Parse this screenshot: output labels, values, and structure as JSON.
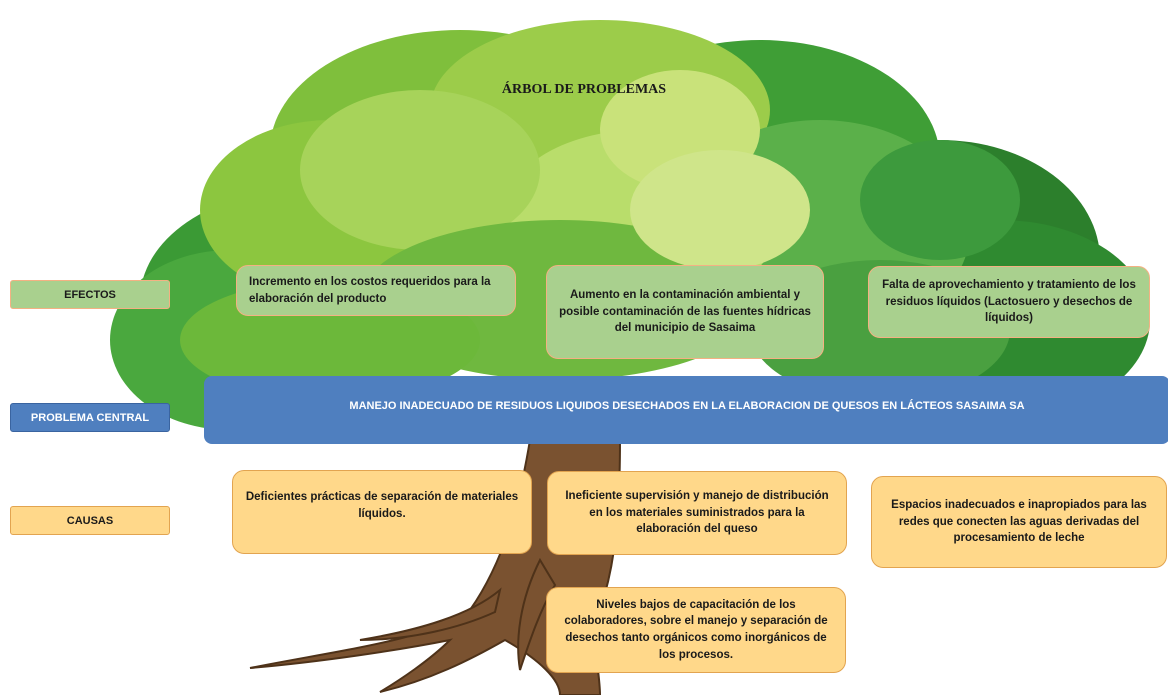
{
  "title": "ÁRBOL DE PROBLEMAS",
  "labels": {
    "efectos": "EFECTOS",
    "problema_central": "PROBLEMA CENTRAL",
    "causas": "CAUSAS"
  },
  "efectos": [
    "Incremento en los costos requeridos para la elaboración del producto",
    "Aumento en la contaminación ambiental y posible contaminación de las fuentes hídricas del municipio de Sasaima",
    "Falta de aprovechamiento y tratamiento de los residuos líquidos (Lactosuero y desechos de líquidos)"
  ],
  "problema_central": "MANEJO INADECUADO DE RESIDUOS LIQUIDOS DESECHADOS EN LA ELABORACION DE QUESOS EN LÁCTEOS SASAIMA SA",
  "causas": [
    "Deficientes prácticas de separación de materiales líquidos.",
    "Ineficiente supervisión y manejo de distribución en los materiales suministrados para la elaboración del queso",
    "Espacios inadecuados e inapropiados para las redes que conecten las aguas derivadas del procesamiento de leche",
    "Niveles bajos de capacitación de los colaboradores, sobre el manejo y separación de desechos tanto orgánicos como inorgánicos de los procesos."
  ],
  "colors": {
    "efecto_fill": "#a9d08e",
    "efecto_border": "#f4b183",
    "central_fill": "#4f7fbf",
    "causa_fill": "#ffd88a",
    "trunk": "#7a5230",
    "foliage_dark": "#2e8b2e",
    "foliage_light": "#c5e06a"
  }
}
